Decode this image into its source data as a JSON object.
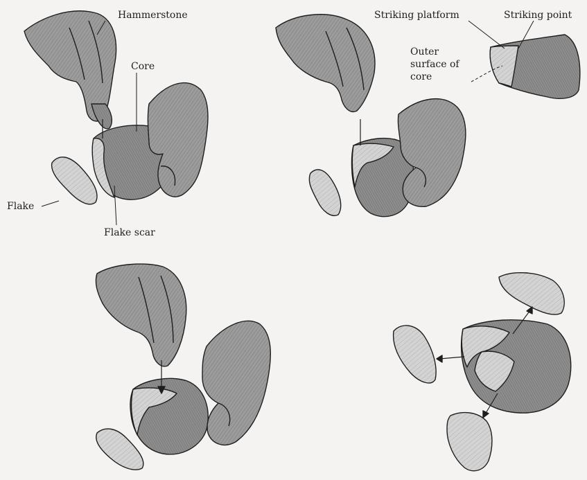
{
  "figure": {
    "labels": {
      "hammerstone": "Hammerstone",
      "core": "Core",
      "flake": "Flake",
      "flake_scar": "Flake scar",
      "striking_platform": "Striking platform",
      "striking_point": "Striking point",
      "outer_surface_line1": "Outer",
      "outer_surface_line2": "surface of",
      "outer_surface_line3": "core"
    },
    "colors": {
      "background": "#f4f3f1",
      "skin_tone": "#9a9a9a",
      "stone_tone": "#8b8b8b",
      "scar_tone": "#c9c9c9",
      "outline": "#1e1e1e"
    }
  }
}
